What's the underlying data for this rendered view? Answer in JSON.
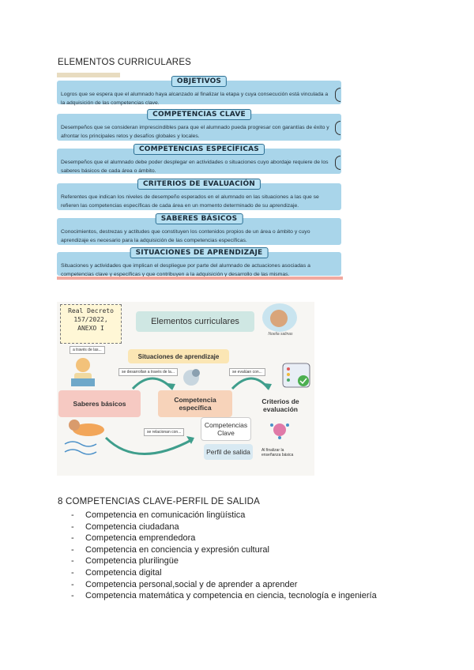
{
  "header": {
    "title": "ELEMENTOS CURRICULARES"
  },
  "infographic1": {
    "items": [
      {
        "title": "OBJETIVOS",
        "text": "Logros que se espera que el alumnado haya alcanzado al finalizar la etapa y cuya consecución está vinculada a la adquisición de las competencias clave."
      },
      {
        "title": "COMPETENCIAS CLAVE",
        "text": "Desempeños que se consideran imprescindibles para que el alumnado pueda progresar con garantías de éxito y afrontar los principales retos y desafíos globales y locales."
      },
      {
        "title": "COMPETENCIAS ESPECÍFICAS",
        "text": "Desempeños que el alumnado debe poder desplegar en actividades o situaciones cuyo abordaje requiere de los saberes básicos de cada área o ámbito."
      },
      {
        "title": "CRITERIOS DE EVALUACIÓN",
        "text": "Referentes que indican los niveles de desempeño esperados en el alumnado en las situaciones a las que se refieren las competencias específicas de cada área en un momento determinado de su aprendizaje."
      },
      {
        "title": "SABERES BÁSICOS",
        "text": "Conocimientos, destrezas y actitudes que constituyen los contenidos propios de un área o ámbito y cuyo aprendizaje es necesario para la adquisición de las competencias específicas."
      },
      {
        "title": "SITUACIONES DE APRENDIZAJE",
        "text": "Situaciones y actividades que implican el despliegue por parte del alumnado de actuaciones asociadas a competencias clave y específicas y que contribuyen a la adquisición y desarrollo de las mismas."
      }
    ],
    "colors": {
      "band": "#a9d5ea",
      "pill": "#b7e0f2",
      "stripe": "#f1a9a0"
    }
  },
  "infographic2": {
    "decree_line1": "Real Decreto",
    "decree_line2": "157/2022,",
    "decree_line3": "ANEXO I",
    "title": "Elementos curriculares",
    "logo_caption": "Noelia salinas",
    "note_top": "a través de las...",
    "situaciones": "Situaciones de aprendizaje",
    "note_left": "se desarrollan a través de la...",
    "note_right": "se evalúan con...",
    "saberes": "Saberes básicos",
    "competencia_especifica": "Competencia específica",
    "criterios": "Criterios de evaluación",
    "note_bottom": "se relacionan con...",
    "competencias_clave": "Competencias Clave",
    "perfil": "Perfil de salida",
    "perfil_note": "Al finalizar la enseñanza básica"
  },
  "section2": {
    "title": "8 COMPETENCIAS CLAVE-PERFIL DE SALIDA"
  },
  "competencias": [
    "Competencia en comunicación lingüística",
    "Competencia ciudadana",
    "Competencia emprendedora",
    "Competencia en conciencia y expresión cultural",
    "Competencia plurilingüe",
    "Competencia digital",
    "Competencia personal,social y de aprender a aprender",
    "Competencia matemática y competencia en ciencia, tecnología e ingeniería"
  ]
}
